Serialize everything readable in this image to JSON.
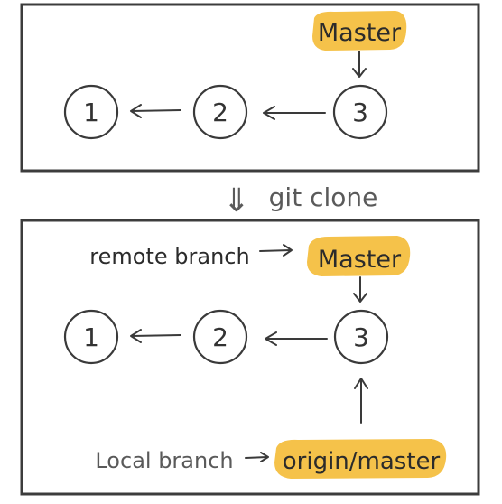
{
  "colors": {
    "highlight": "#F5C24A",
    "ink": "#333333",
    "frame": "#3c3c3c"
  },
  "top_panel": {
    "commits": [
      "1",
      "2",
      "3"
    ],
    "branch_label": "Master"
  },
  "transition": {
    "arrow_glyph": "⇓",
    "label": "git clone"
  },
  "bottom_panel": {
    "commits": [
      "1",
      "2",
      "3"
    ],
    "remote_caption": "remote branch",
    "remote_label": "Master",
    "local_caption": "Local branch",
    "local_label": "origin/master"
  }
}
